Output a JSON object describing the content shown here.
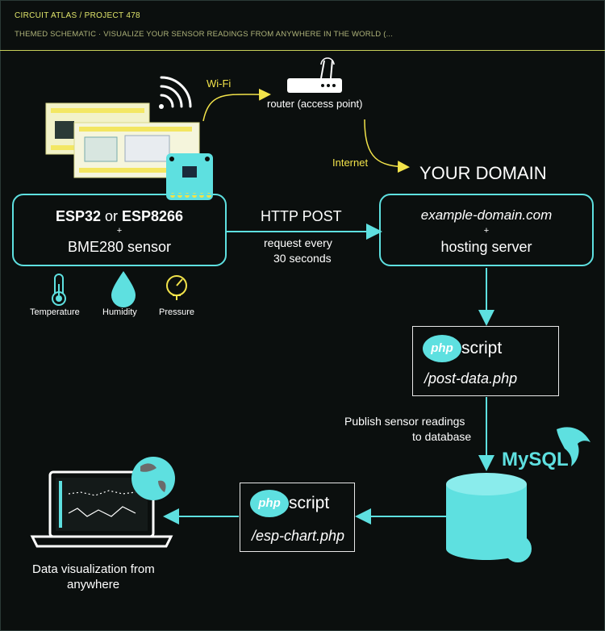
{
  "header": {
    "kicker": "CIRCUIT ATLAS / PROJECT 478",
    "title": "THEMED SCHEMATIC · VISUALIZE YOUR SENSOR READINGS FROM ANYWHERE IN THE WORLD (..."
  },
  "wifi_label": "Wi-Fi",
  "router_label": "router (access point)",
  "internet_label": "Internet",
  "domain_label": "YOUR DOMAIN",
  "device_box": {
    "esp32": "ESP32",
    "or": " or ",
    "esp8266": "ESP8266",
    "plus": "+",
    "sensor": "BME280 sensor"
  },
  "http": {
    "title": "HTTP POST",
    "line1": "request every",
    "line2": "30 seconds"
  },
  "server_box": {
    "domain": "example-domain.com",
    "plus": "+",
    "hosting": "hosting server"
  },
  "sensors": [
    {
      "icon": "thermometer-icon",
      "label": "Temperature"
    },
    {
      "icon": "droplet-icon",
      "label": "Humidity"
    },
    {
      "icon": "gauge-icon",
      "label": "Pressure"
    }
  ],
  "post_script": {
    "logo": "php",
    "label": "script",
    "file": "/post-data.php"
  },
  "publish": {
    "line1": "Publish sensor readings",
    "line2": "to database"
  },
  "mysql_label": "MySQL",
  "chart_script": {
    "logo": "php",
    "label": "script",
    "file": "/esp-chart.php"
  },
  "viz": {
    "line1": "Data visualization from",
    "line2": "anywhere"
  },
  "colors": {
    "accent": "#5ee0e0",
    "yellow": "#f2e34a",
    "background": "#0b0f0e"
  }
}
